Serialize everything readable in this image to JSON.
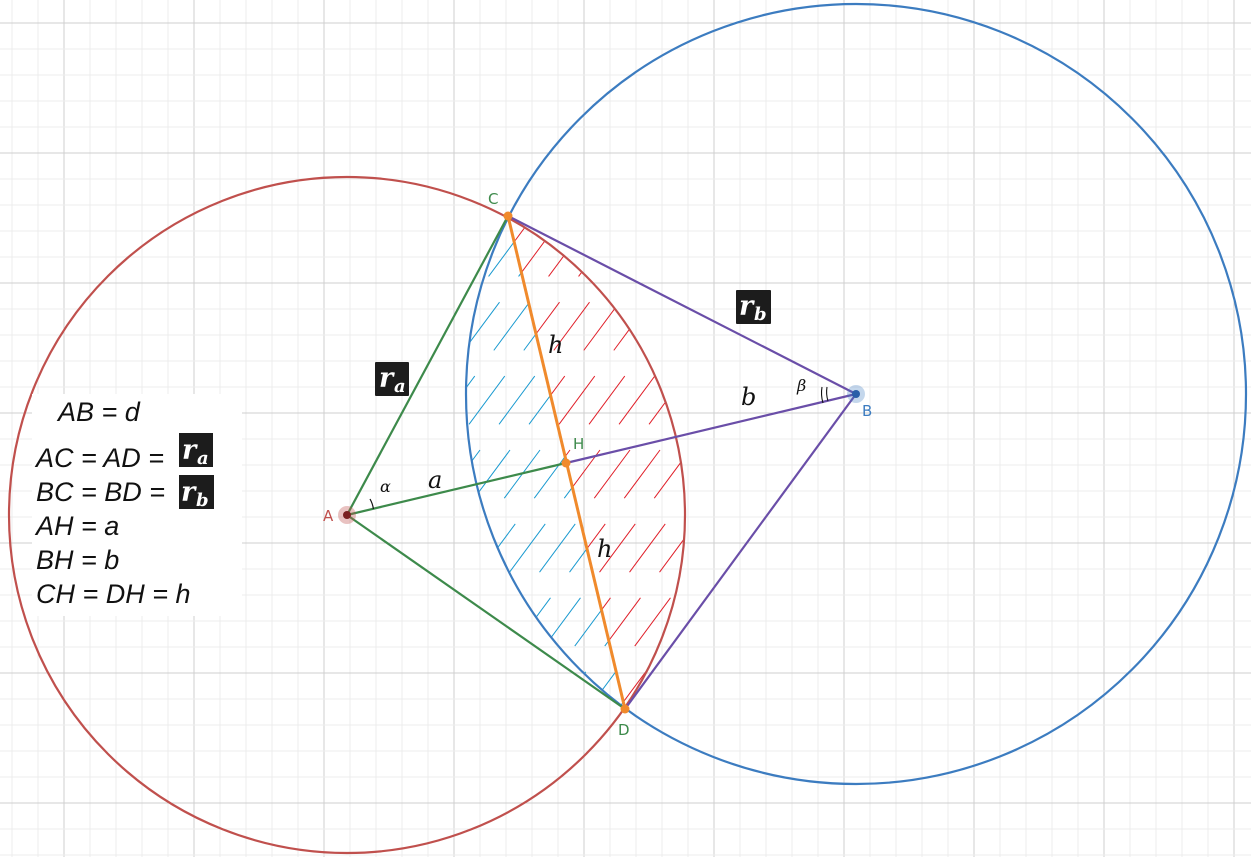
{
  "points": {
    "A": {
      "label": "A",
      "color": "#c0504d"
    },
    "B": {
      "label": "B",
      "color": "#3c7cc0"
    },
    "C": {
      "label": "C",
      "color": "#3d8a4b"
    },
    "D": {
      "label": "D",
      "color": "#3d8a4b"
    },
    "H": {
      "label": "H",
      "color": "#3d8a4b"
    }
  },
  "segment_labels": {
    "a": "a",
    "b": "b",
    "h_upper": "h",
    "h_lower": "h"
  },
  "angles": {
    "alpha": "α",
    "beta": "β"
  },
  "badges": {
    "r_a": {
      "main": "r",
      "sub": "a"
    },
    "r_b": {
      "main": "r",
      "sub": "b"
    }
  },
  "legend": [
    {
      "text": "AB = d"
    },
    {
      "text": "AC = AD = ",
      "badge": "r_a"
    },
    {
      "text": "BC = BD = ",
      "badge": "r_b"
    },
    {
      "text": "AH = a"
    },
    {
      "text": "BH = b"
    },
    {
      "text": "CH = DH = h"
    }
  ],
  "colors": {
    "circle_a": "#c0504d",
    "circle_b": "#3c7cc0",
    "triangle_a": "#3d8a4b",
    "triangle_b": "#6a4ea8",
    "chord": "#f08a2c",
    "hatch_red": "#e0202a",
    "hatch_blue": "#1a9ad0",
    "badge_bg": "#1c1c1c",
    "grid_major": "#cfcfcf",
    "grid_minor": "#ececec"
  }
}
